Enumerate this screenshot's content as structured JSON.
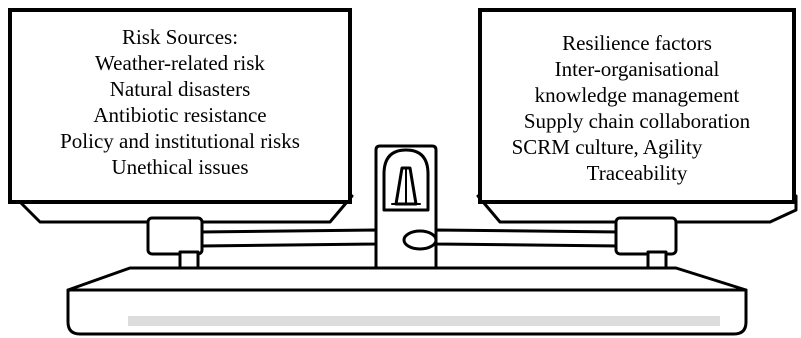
{
  "left_panel": {
    "lines": [
      "Risk Sources:",
      "Weather-related risk",
      "Natural disasters",
      "Antibiotic resistance",
      "Policy and institutional risks",
      "Unethical issues"
    ]
  },
  "right_panel": {
    "lines": [
      "Resilience factors",
      "Inter-organisational",
      "knowledge management",
      "Supply chain collaboration",
      "SCRM culture, Agility",
      "Traceability"
    ]
  },
  "colors": {
    "stroke": "#000000",
    "fill": "#ffffff",
    "shade": "#dddddd"
  },
  "icons": {
    "balance": "balance-scale-icon"
  }
}
